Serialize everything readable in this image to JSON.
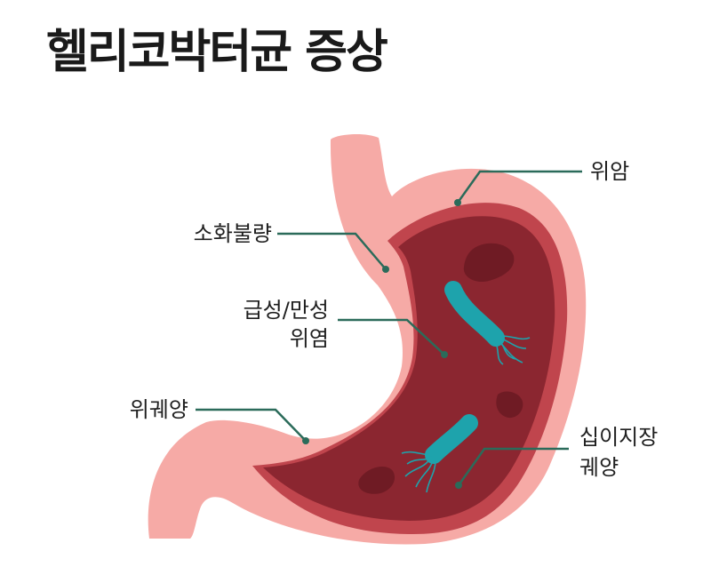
{
  "title": "헬리코박터균 증상",
  "labels": {
    "gastric_cancer": "위암",
    "indigestion": "소화불량",
    "gastritis_line1": "급성/만성",
    "gastritis_line2": "위염",
    "gastric_ulcer": "위궤양",
    "duodenal_line1": "십이지장",
    "duodenal_line2": "궤양"
  },
  "colors": {
    "outer_wall": "#f6aaa6",
    "middle_layer": "#c0454d",
    "inner_lining": "#8b2630",
    "lesion": "#6f1b24",
    "bacteria": "#1ea3ac",
    "leader_line": "#2b6b5a",
    "title": "#1a1a1a"
  },
  "icons": [
    "stomach-illustration",
    "helicobacter-bacterium-icon"
  ]
}
